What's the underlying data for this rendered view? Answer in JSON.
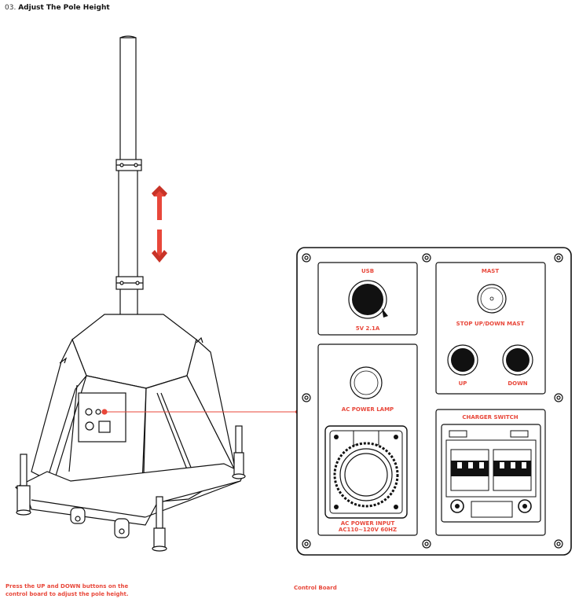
{
  "heading": {
    "number": "03.",
    "title": "Adjust The Pole Height"
  },
  "colors": {
    "accent": "#e8473a",
    "ink": "#111111"
  },
  "panel": {
    "usb": {
      "title": "USB",
      "spec": "5V 2.1A"
    },
    "mast": {
      "title": "MAST",
      "stop_label": "STOP UP/DOWN MAST",
      "up_label": "UP",
      "down_label": "DOWN"
    },
    "lamp": {
      "label": "AC POWER LAMP"
    },
    "ac_input": {
      "line1": "AC POWER INPUT",
      "line2": "AC110~120V 60HZ"
    },
    "charger": {
      "title": "CHARGER SWITCH"
    }
  },
  "captions": {
    "left_line1": "Press the UP and DOWN buttons on the",
    "left_line2": "control board to adjust the pole height.",
    "right": "Control Board"
  }
}
